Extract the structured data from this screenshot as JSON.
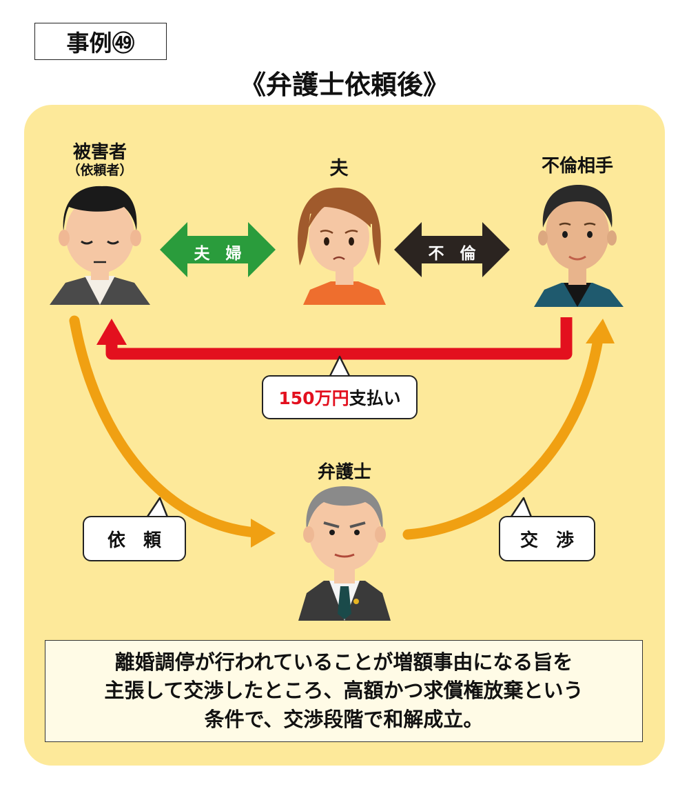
{
  "case_label": "事例㊾",
  "title": "《弁護士依頼後》",
  "people": {
    "victim": {
      "name": "被害者",
      "sub": "（依頼者）"
    },
    "husband": {
      "name": "夫"
    },
    "partner": {
      "name": "不倫相手"
    },
    "lawyer": {
      "name": "弁護士"
    }
  },
  "relations": {
    "couple": "夫　婦",
    "affair": "不　倫"
  },
  "payment": {
    "amount": "150万円",
    "text": "支払い"
  },
  "actions": {
    "request": "依　頼",
    "negotiate": "交　渉"
  },
  "note": {
    "lines": [
      "離婚調停が行われていることが増額事由になる旨を",
      "主張して交渉したところ、高額かつ求償権放棄という",
      "条件で、交渉段階で和解成立。"
    ]
  },
  "colors": {
    "panel": "#fde99a",
    "couple_arrow": "#2a9c3c",
    "affair_arrow": "#2b2420",
    "payment_arrow": "#e3101e",
    "flow_arrow": "#f0a012",
    "amount_text": "#e3101e"
  }
}
